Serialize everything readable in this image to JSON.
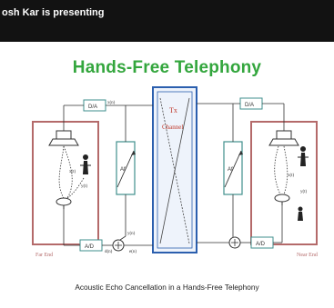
{
  "topbar": {
    "presenter_text": "osh Kar is presenting"
  },
  "slide": {
    "title": "Hands-Free Telephony",
    "caption": "Acoustic Echo Cancellation in a Hands-Free Telephony",
    "channel": {
      "tx": "Tx",
      "label": "Channel"
    },
    "left": {
      "da": "D/A",
      "ad": "A/D",
      "af": "Af",
      "end_label": "Far End",
      "signals": {
        "x": "x(n)",
        "y": "y(n)",
        "e": "e(n)",
        "d": "d(n)",
        "xt": "x(t)",
        "yt": "y(t)"
      }
    },
    "right": {
      "da": "D/A",
      "ad": "A/D",
      "af": "Af",
      "end_label": "Near End",
      "signals": {
        "xt": "x(t)",
        "yt": "y(t)"
      }
    }
  },
  "colors": {
    "title_green": "#33a63d",
    "block_teal": "#3f8f8c",
    "room_red": "#b46a6a",
    "channel_blue": "#2b5fae"
  },
  "icons": [
    "speaker-icon",
    "microphone-icon",
    "person-icon",
    "summing-junction-icon"
  ]
}
